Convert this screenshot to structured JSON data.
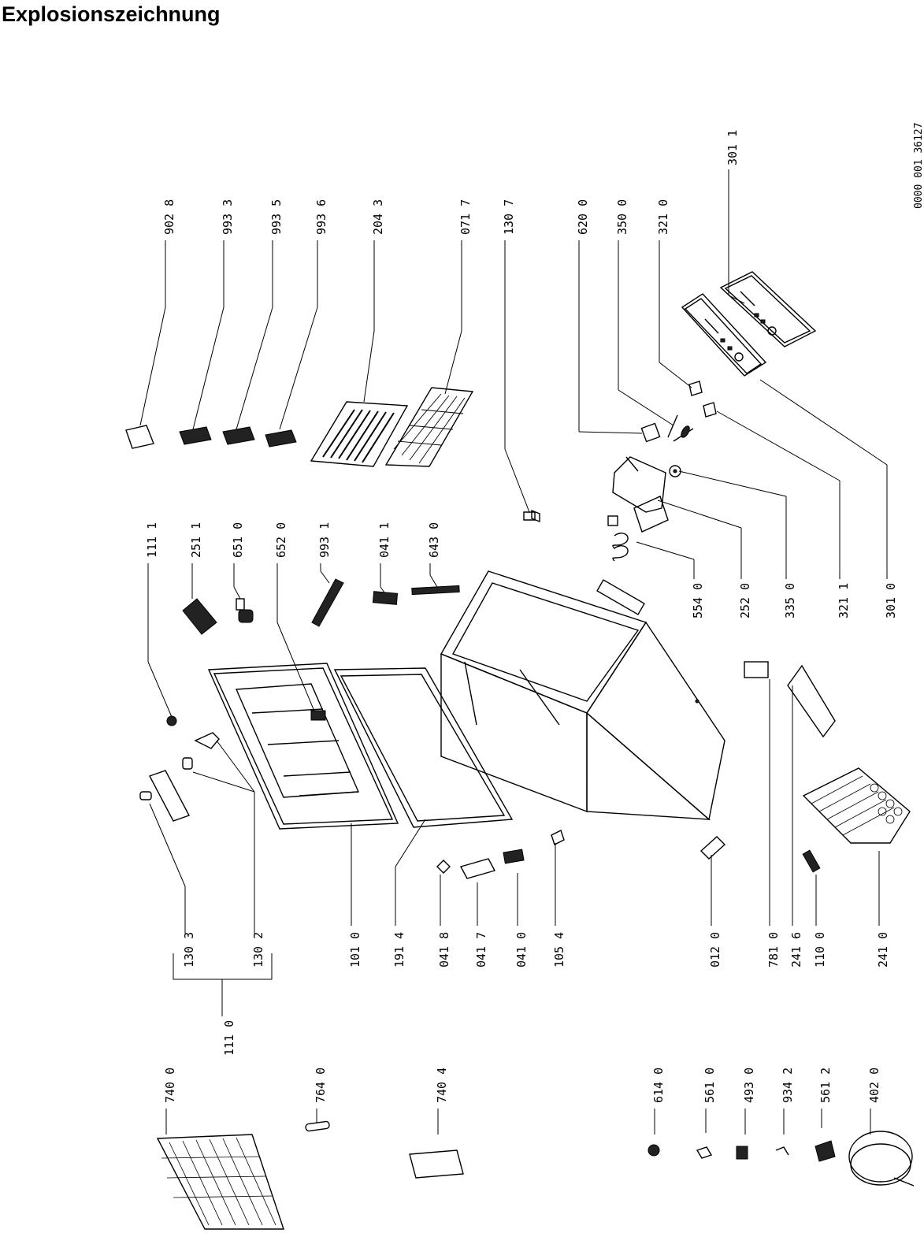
{
  "title": "Explosionszeichnung",
  "drawing_id": "0000 001 36127",
  "labels": {
    "p9028": "902 8",
    "p9933": "993 3",
    "p9935": "993 5",
    "p9936": "993 6",
    "p2043": "204 3",
    "p0717": "071 7",
    "p1307": "130 7",
    "p6200": "620 0",
    "p3500": "350 0",
    "p3210": "321 0",
    "p3011": "301 1",
    "p1111": "111 1",
    "p2511": "251 1",
    "p6510": "651 0",
    "p6520": "652 0",
    "p9931": "993 1",
    "p0411": "041 1",
    "p6430": "643 0",
    "p5540": "554 0",
    "p2520": "252 0",
    "p3350": "335 0",
    "p3211": "321 1",
    "p3010": "301 0",
    "p1303": "130 3",
    "p1302": "130 2",
    "p1110": "111 0",
    "p1010": "101 0",
    "p1914": "191 4",
    "p0418": "041 8",
    "p0417": "041 7",
    "p0410": "041 0",
    "p1054": "105 4",
    "p0120": "012 0",
    "p7810": "781 0",
    "p2416": "241 6",
    "p1100": "110 0",
    "p2410": "241 0",
    "p7400": "740 0",
    "p7640": "764 0",
    "p7404": "740 4",
    "p6140": "614 0",
    "p5610": "561 0",
    "p4930": "493 0",
    "p9342": "934 2",
    "p5612": "561 2",
    "p4020": "402 0"
  }
}
